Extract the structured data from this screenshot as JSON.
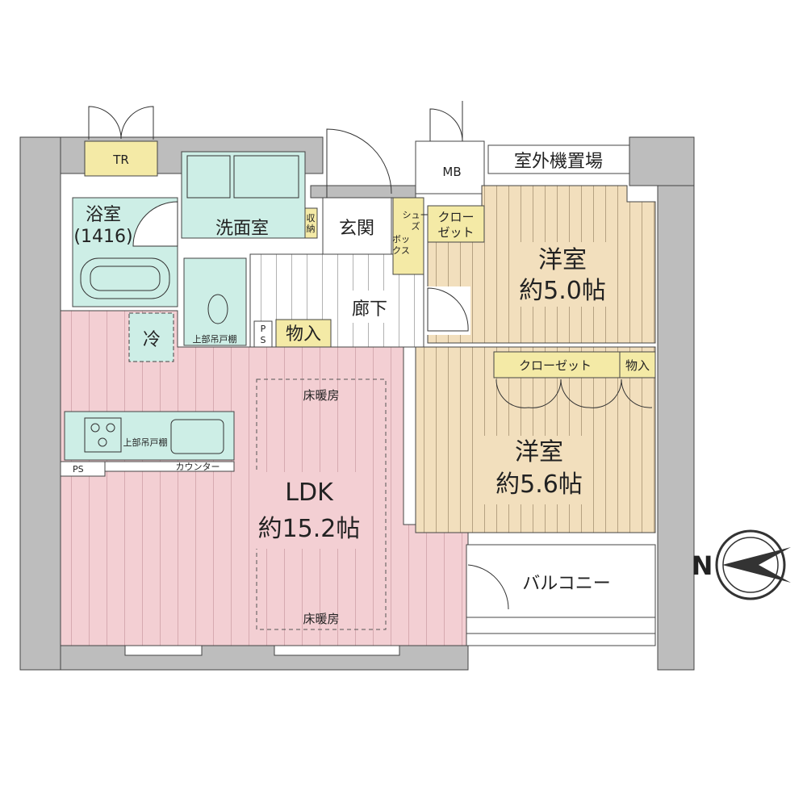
{
  "colors": {
    "wall": "#bdbdbd",
    "ldk": "#f3cfd3",
    "western_room": "#f2dfbd",
    "wet_area": "#cdeee6",
    "storage": "#f4eaa6",
    "line": "#333333"
  },
  "rooms": {
    "tr": "TR",
    "bath": "浴室",
    "bath_size": "(1416)",
    "washroom": "洗面室",
    "washroom_storage": [
      "収",
      "納"
    ],
    "entrance": "玄関",
    "shoe_box": [
      "シュー",
      "ズ",
      "ボッ",
      "クス"
    ],
    "closet_small": [
      "クロー",
      "ゼット"
    ],
    "mb": "MB",
    "outdoor_unit": "室外機置場",
    "western1_name": "洋室",
    "western1_size": "約5.0帖",
    "hallway": "廊下",
    "storage1": "物入",
    "ps_upper": [
      "P",
      "S"
    ],
    "toilet_shelf": "上部吊戸棚",
    "fridge": "冷",
    "kitchen_shelf": "上部吊戸棚",
    "ps_kitchen": "PS",
    "counter": "カウンター",
    "floor_heating_top": "床暖房",
    "floor_heating_bottom": "床暖房",
    "ldk_name": "LDK",
    "ldk_size": "約15.2帖",
    "closet_large": "クローゼット",
    "storage2": "物入",
    "western2_name": "洋室",
    "western2_size": "約5.6帖",
    "balcony": "バルコニー"
  },
  "compass": {
    "label": "N",
    "icon": "compass-north-icon"
  }
}
